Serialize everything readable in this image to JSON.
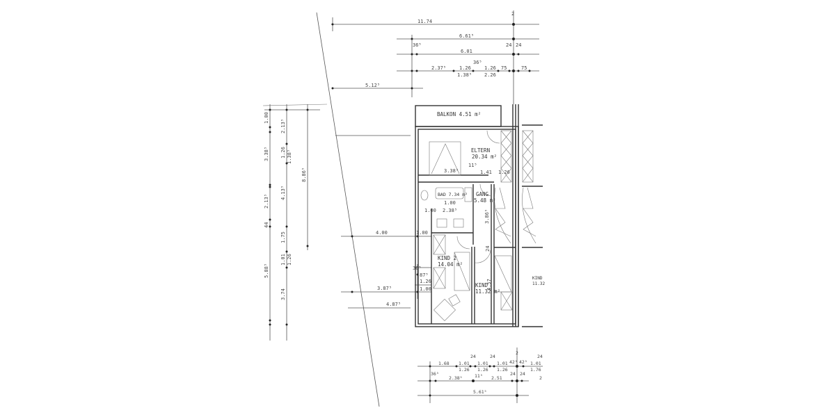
{
  "rooms": {
    "balkon": "BALKON 4.51 m²",
    "eltern_name": "ELTERN",
    "eltern_area": "20.34 m²",
    "bad": "BAD 7.34 m²",
    "gang_name": "GANG",
    "gang_area": "5.48 m²",
    "kind2_name": "KIND 2",
    "kind2_area": "14.04 m²",
    "kind_name": "KIND",
    "kind_area": "11.32 m²",
    "kind_neighbor": "KIND",
    "kind_neighbor_area": "11.32"
  },
  "dims_top": {
    "total": "11.74",
    "d1": "6.61⁵",
    "d2": "6.01",
    "d3": "5.12⁵",
    "c1": "2.37⁵",
    "c2": "1.26",
    "c2b": "1.38⁵",
    "c3": "36⁵",
    "c4": "1.26",
    "c4b": "2.26",
    "c5": "75",
    "c6": "75",
    "s1": "36⁵",
    "s2": "24",
    "s3": "24",
    "s4": "2"
  },
  "dims_left": {
    "a1": "1.00",
    "a2": "3.38⁵",
    "a3": "2.13⁵",
    "a4": "44",
    "a5": "5.88⁵",
    "b1": "2.13⁵",
    "b2": "1.26",
    "b3": "1.38⁵",
    "b4": "4.13⁵",
    "b5": "1.75",
    "b6": "1.01",
    "b7": "1.26",
    "b8": "3.74",
    "c1": "8.86⁵"
  },
  "dims_inner": {
    "eltern_w": "3.38⁵",
    "e115": "11⁵",
    "e141": "1.41",
    "e126": "1.26",
    "bad_a": "1.00",
    "bad_b": "2.38⁵",
    "bad_c": "1.00",
    "gang_h": "3.86⁵",
    "left_400": "4.00",
    "left_100": "1.00",
    "k24": "24",
    "k457": "4.57",
    "w365": "36⁵",
    "w875": "87⁵",
    "w126": "1.26",
    "w100": "1.00",
    "l387": "3.87⁵",
    "l487": "4.87⁵"
  },
  "dims_bottom": {
    "r1": [
      "1.68",
      "1.01",
      "1.26",
      "24",
      "1.01",
      "1.26",
      "24",
      "1.01",
      "1.26",
      "42⁵",
      "42⁵",
      "2",
      "1.01",
      "1.76",
      "24"
    ],
    "r2": [
      "36⁵",
      "2.38⁵",
      "11⁵",
      "2.51",
      "24",
      "24",
      "2"
    ],
    "r3": "5.61⁵"
  }
}
